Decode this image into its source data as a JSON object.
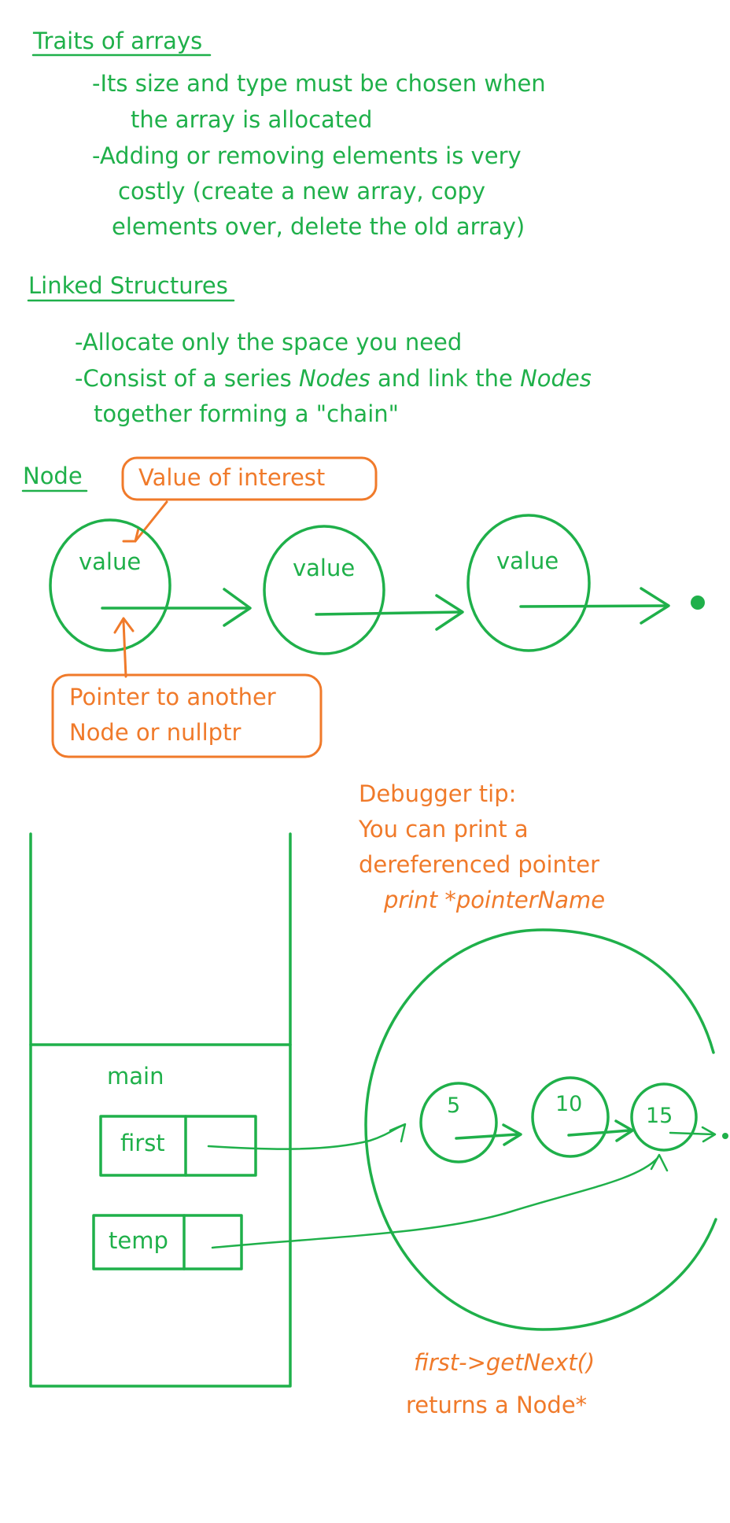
{
  "arrays": {
    "heading": "Traits of arrays",
    "lines": [
      "-Its size and type must be chosen when",
      "the array is allocated",
      "-Adding or removing elements is very",
      "costly (create a new array, copy",
      "elements over, delete the old array)"
    ]
  },
  "linked": {
    "heading": "Linked Structures",
    "line1": "-Allocate only the space you need",
    "line2": {
      "a": "-Consist of a series ",
      "b": "Nodes",
      "c": " and link the ",
      "d": "Nodes"
    },
    "line3": "together forming a \"chain\""
  },
  "node_diagram": {
    "heading": "Node",
    "callout_value": "Value of interest",
    "node_label": "value",
    "callout_pointer": [
      "Pointer to another",
      "Node or nullptr"
    ]
  },
  "debugger": {
    "lines": [
      "Debugger tip:",
      "You can print a",
      "dereferenced pointer"
    ],
    "command": "print *pointerName"
  },
  "stack": {
    "frame_label": "main",
    "variables": [
      "first",
      "temp"
    ]
  },
  "heap": {
    "nodes": [
      "5",
      "10",
      "15"
    ]
  },
  "footer": {
    "call": "first->getNext()",
    "returns": "returns a Node*"
  }
}
